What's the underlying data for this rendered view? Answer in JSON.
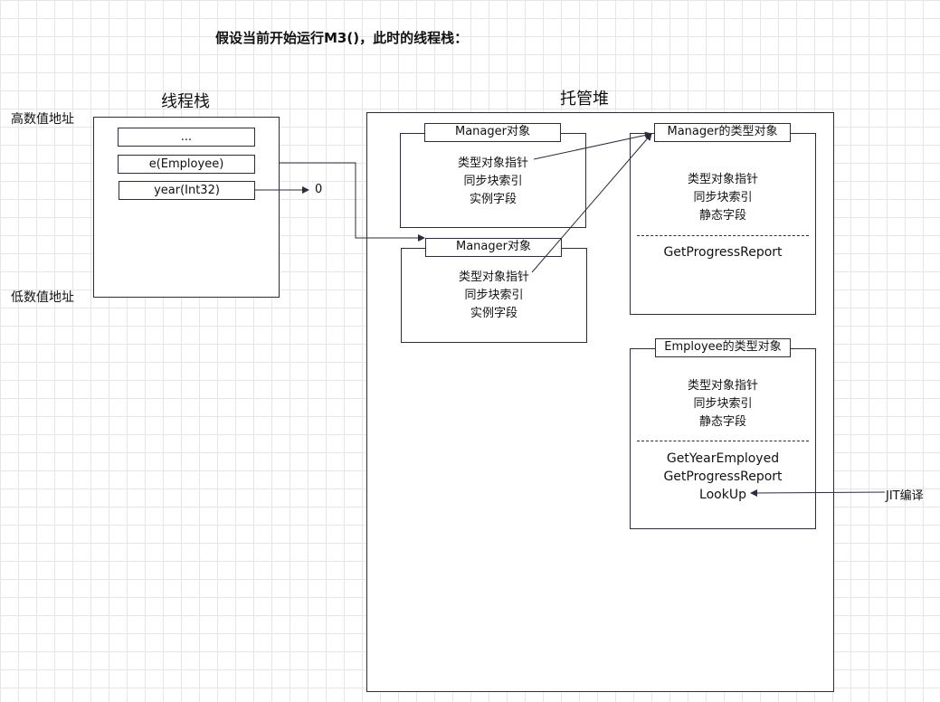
{
  "title": "假设当前开始运行M3()，此时的线程栈：",
  "thread_stack": {
    "label": "线程栈",
    "high_address": "高数值地址",
    "low_address": "低数值地址",
    "slots": [
      "...",
      "e(Employee)",
      "year(Int32)"
    ],
    "year_value": "0"
  },
  "managed_heap": {
    "label": "托管堆",
    "manager_object_1": {
      "title": "Manager对象",
      "fields": [
        "类型对象指针",
        "同步块索引",
        "实例字段"
      ]
    },
    "manager_object_2": {
      "title": "Manager对象",
      "fields": [
        "类型对象指针",
        "同步块索引",
        "实例字段"
      ]
    },
    "manager_type_object": {
      "title": "Manager的类型对象",
      "fields": [
        "类型对象指针",
        "同步块索引",
        "静态字段"
      ],
      "methods": [
        "GetProgressReport"
      ]
    },
    "employee_type_object": {
      "title": "Employee的类型对象",
      "fields": [
        "类型对象指针",
        "同步块索引",
        "静态字段"
      ],
      "methods": [
        "GetYearEmployed",
        "GetProgressReport",
        "LookUp"
      ]
    }
  },
  "jit_label": "JIT编译",
  "colors": {
    "border": "#2b2b3a",
    "grid": "#e6e6e6",
    "background": "#ffffff"
  }
}
